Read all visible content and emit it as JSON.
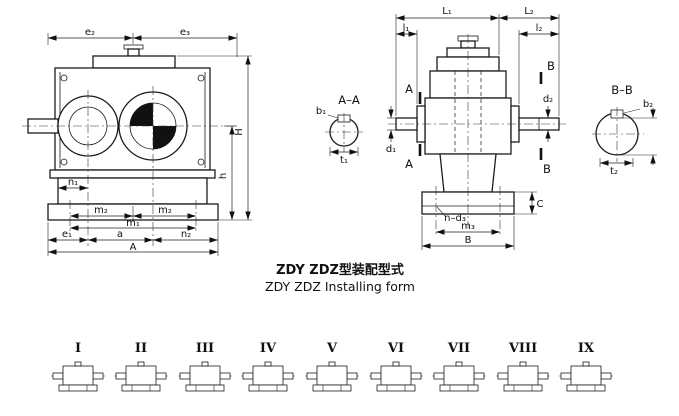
{
  "title": {
    "cn": "ZDY ZDZ型装配型式",
    "en": "ZDY ZDZ Installing form"
  },
  "front_view": {
    "dims": {
      "e2": "e₂",
      "e3": "e₃",
      "H": "H",
      "h": "h",
      "n1": "n₁",
      "m2_left": "m₂",
      "m2_right": "m₂",
      "m1": "m₁",
      "e1": "e₁",
      "a": "a",
      "n2": "n₂",
      "A": "A"
    }
  },
  "section_aa": {
    "label": "A–A",
    "b1": "b₁",
    "t1": "t₁"
  },
  "side_view": {
    "dims": {
      "L1": "L₁",
      "L2": "L₂",
      "l1": "l₁",
      "l2": "l₂",
      "d1": "d₁",
      "d2": "d₂",
      "C": "C",
      "n_d3": "n–d₃",
      "m3": "m₃",
      "B": "B"
    },
    "cut_labels": {
      "A_top": "A",
      "A_bottom": "A",
      "B_top": "B",
      "B_bottom": "B"
    }
  },
  "section_bb": {
    "label": "B–B",
    "b2": "b₂",
    "t2": "t₂"
  },
  "forms": [
    "I",
    "II",
    "III",
    "IV",
    "V",
    "VI",
    "VII",
    "VIII",
    "IX"
  ]
}
